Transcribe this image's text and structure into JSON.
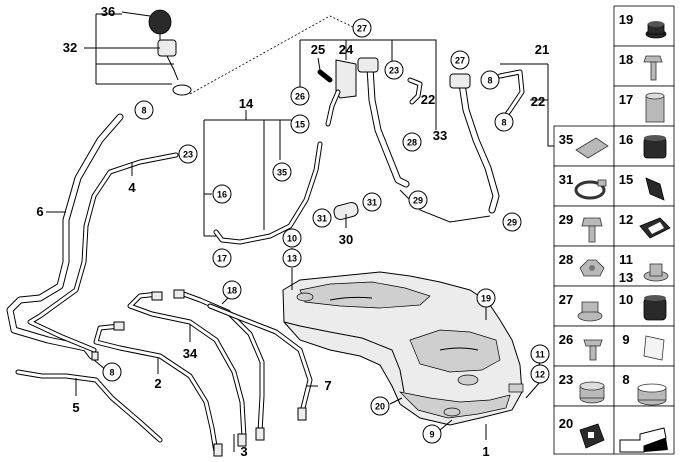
{
  "diagram": {
    "main_callouts": [
      {
        "id": "c8a",
        "label": "8"
      },
      {
        "id": "c23",
        "label": "23"
      },
      {
        "id": "c27a",
        "label": "27"
      },
      {
        "id": "c27b",
        "label": "27"
      },
      {
        "id": "c8b",
        "label": "8"
      },
      {
        "id": "c8c",
        "label": "8"
      },
      {
        "id": "c15",
        "label": "15"
      },
      {
        "id": "c16",
        "label": "16"
      },
      {
        "id": "c17",
        "label": "17"
      },
      {
        "id": "c35",
        "label": "35"
      },
      {
        "id": "c23b",
        "label": "23"
      },
      {
        "id": "c26",
        "label": "26"
      },
      {
        "id": "c28",
        "label": "28"
      },
      {
        "id": "c29a",
        "label": "29"
      },
      {
        "id": "c29b",
        "label": "29"
      },
      {
        "id": "c31a",
        "label": "31"
      },
      {
        "id": "c31b",
        "label": "31"
      },
      {
        "id": "c10",
        "label": "10"
      },
      {
        "id": "c13",
        "label": "13"
      },
      {
        "id": "c18",
        "label": "18"
      },
      {
        "id": "c19",
        "label": "19"
      },
      {
        "id": "c11",
        "label": "11"
      },
      {
        "id": "c12",
        "label": "12"
      },
      {
        "id": "c8d",
        "label": "8"
      },
      {
        "id": "c20",
        "label": "20"
      },
      {
        "id": "c9",
        "label": "9"
      }
    ],
    "bracket_labels": [
      {
        "id": "b36",
        "label": "36"
      },
      {
        "id": "b32",
        "label": "32"
      },
      {
        "id": "b25",
        "label": "25"
      },
      {
        "id": "b24",
        "label": "24"
      },
      {
        "id": "b21",
        "label": "21"
      },
      {
        "id": "b22a",
        "label": "22"
      },
      {
        "id": "b22b",
        "label": "22"
      },
      {
        "id": "b33",
        "label": "33"
      },
      {
        "id": "b14",
        "label": "14"
      },
      {
        "id": "b4",
        "label": "4"
      },
      {
        "id": "b6",
        "label": "6"
      },
      {
        "id": "b30",
        "label": "30"
      },
      {
        "id": "b34",
        "label": "34"
      },
      {
        "id": "b2",
        "label": "2"
      },
      {
        "id": "b5",
        "label": "5"
      },
      {
        "id": "b7",
        "label": "7"
      },
      {
        "id": "b3",
        "label": "3"
      },
      {
        "id": "b1",
        "label": "1"
      }
    ],
    "parts_panel": [
      {
        "id": "p19",
        "label": "19",
        "icon": "grommet-icon"
      },
      {
        "id": "p18",
        "label": "18",
        "icon": "bolt-icon"
      },
      {
        "id": "p17",
        "label": "17",
        "icon": "spacer-sleeve-icon"
      },
      {
        "id": "p35",
        "label": "35",
        "icon": "pad-icon"
      },
      {
        "id": "p16",
        "label": "16",
        "icon": "rubber-mount-icon"
      },
      {
        "id": "p31",
        "label": "31",
        "icon": "hose-clamp-icon"
      },
      {
        "id": "p15",
        "label": "15",
        "icon": "bracket-icon"
      },
      {
        "id": "p29",
        "label": "29",
        "icon": "hex-bolt-icon"
      },
      {
        "id": "p12",
        "label": "12",
        "icon": "seal-ring-icon"
      },
      {
        "id": "p28",
        "label": "28",
        "icon": "hex-nut-icon"
      },
      {
        "id": "p11",
        "label": "11",
        "icon": "collar-nut-icon"
      },
      {
        "id": "p13",
        "label": "13",
        "icon": "collar-nut-icon"
      },
      {
        "id": "p27",
        "label": "27",
        "icon": "flange-nut-icon"
      },
      {
        "id": "p10",
        "label": "10",
        "icon": "rubber-bushing-icon"
      },
      {
        "id": "p26",
        "label": "26",
        "icon": "screw-icon"
      },
      {
        "id": "p9",
        "label": "9",
        "icon": "plate-icon"
      },
      {
        "id": "p23",
        "label": "23",
        "icon": "clamp-icon"
      },
      {
        "id": "p8",
        "label": "8",
        "icon": "band-clamp-icon"
      },
      {
        "id": "p20",
        "label": "20",
        "icon": "buffer-icon"
      },
      {
        "id": "p_arrow",
        "label": "",
        "icon": "arrow-icon"
      }
    ]
  }
}
